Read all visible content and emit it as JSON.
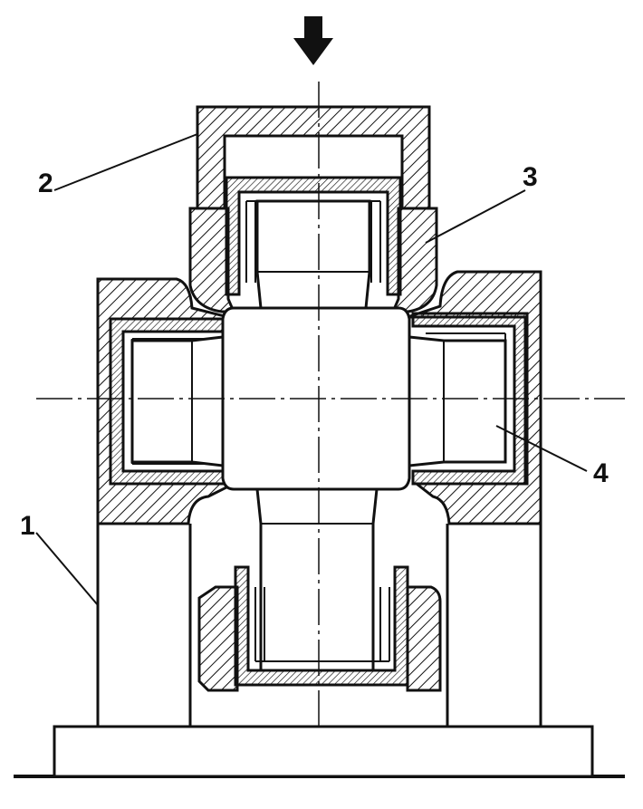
{
  "labels": {
    "base_frame": "1",
    "press_cap": "2",
    "upper_sleeve": "3",
    "bearing_cup": "4"
  },
  "icons": {
    "press_arrow": "down-arrow-icon"
  },
  "colors": {
    "line": "#111111",
    "background": "#ffffff"
  }
}
